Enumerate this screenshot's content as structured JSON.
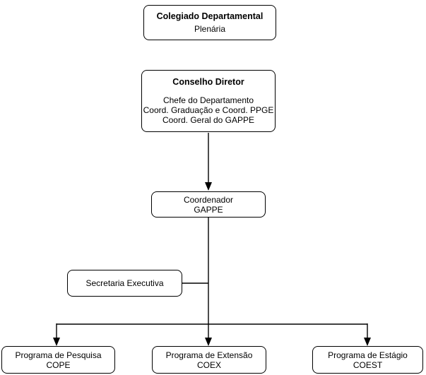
{
  "diagram": {
    "type": "org-chart",
    "colors": {
      "background": "#ffffff",
      "node_fill": "#ffffff",
      "node_border": "#000000",
      "text": "#000000",
      "connector": "#000000"
    },
    "nodes": {
      "colegiado": {
        "title": "Colegiado Departamental",
        "subtitle": "Plenária"
      },
      "conselho": {
        "title": "Conselho Diretor",
        "line1": "Chefe do Departamento",
        "line2": "Coord. Graduação e Coord. PPGE",
        "line3": "Coord. Geral do GAPPE"
      },
      "coordenador": {
        "line1": "Coordenador",
        "line2": "GAPPE"
      },
      "secretaria": {
        "title": "Secretaria Executiva"
      },
      "pesquisa": {
        "line1": "Programa de Pesquisa",
        "line2": "COPE"
      },
      "extensao": {
        "line1": "Programa de Extensão",
        "line2": "COEX"
      },
      "estagio": {
        "line1": "Programa de Estágio",
        "line2": "COEST"
      }
    },
    "edges": [
      "conselho -> coordenador (arrow)",
      "coordenador -> extensao (arrow)",
      "coordenador -> pesquisa (arrow)",
      "coordenador -> estagio (arrow)",
      "secretaria - trunk (plain line)"
    ]
  }
}
